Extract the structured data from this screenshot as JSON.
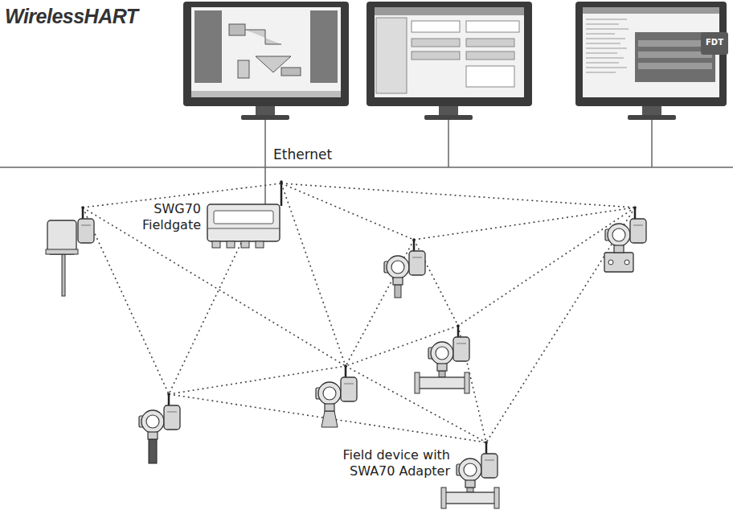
{
  "diagram": {
    "nodes": [
      {
        "text": [
          "SWG70 Fieldgate"
        ]
      },
      {
        "text": [
          "Field device with SWA70 Adapter"
        ]
      }
    ],
    "labels": [
      "WirelessHART",
      "Ethernet",
      "FDT"
    ]
  }
}
